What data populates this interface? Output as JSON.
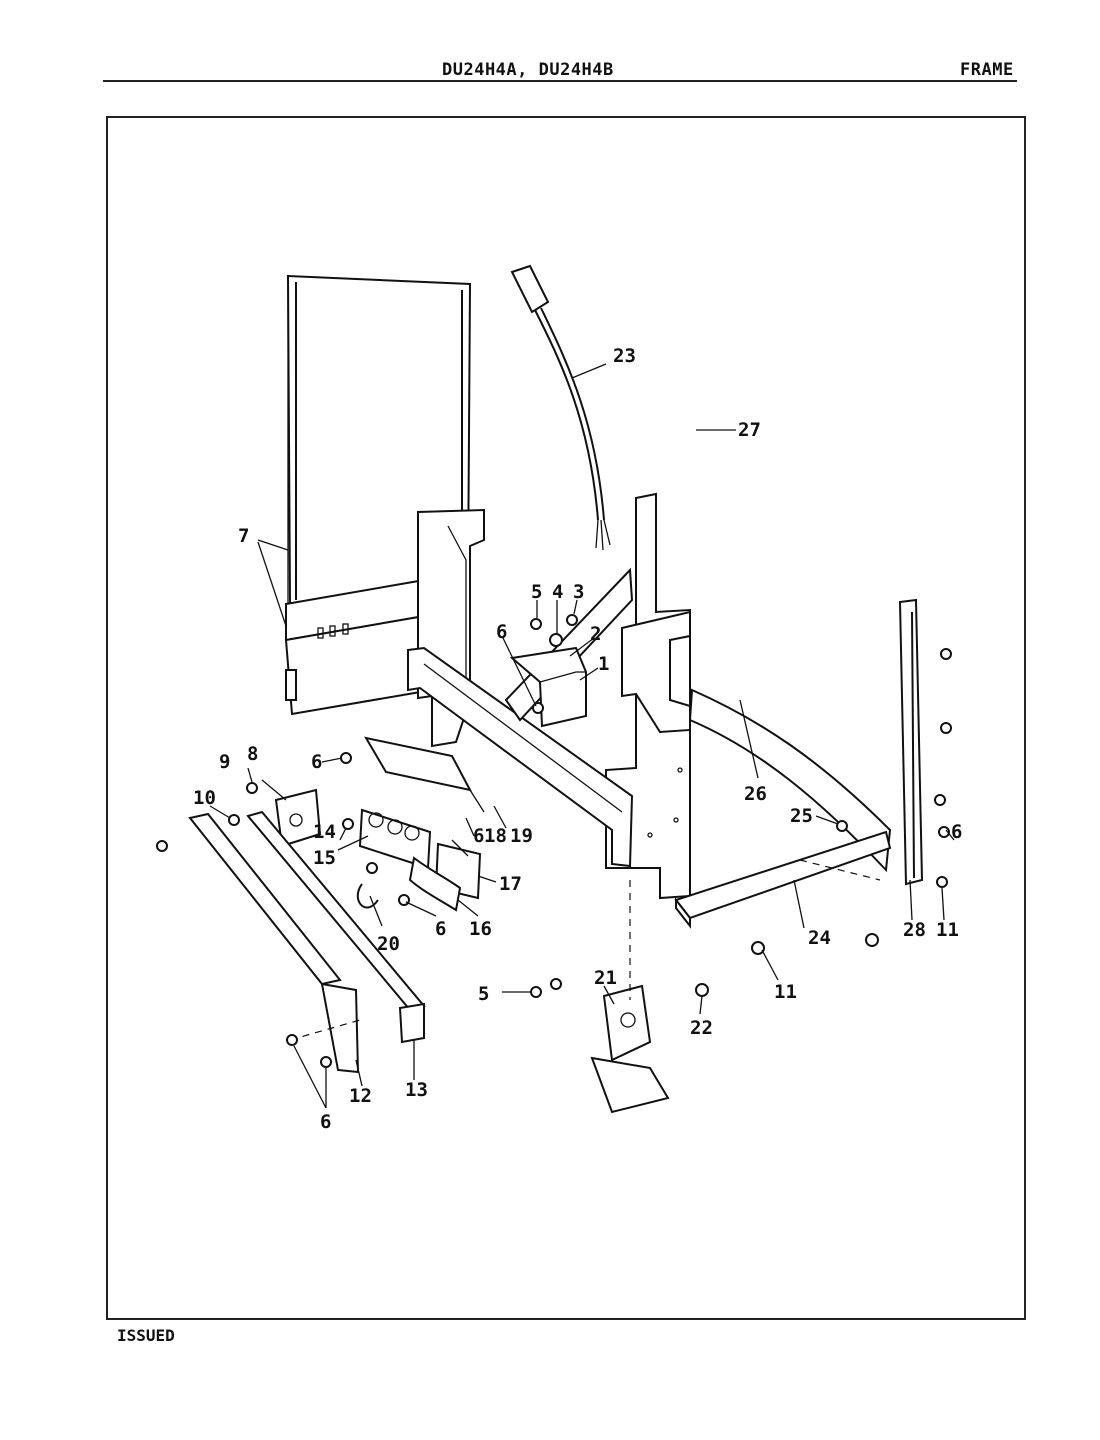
{
  "header": {
    "model": "DU24H4A, DU24H4B",
    "section": "FRAME"
  },
  "footer": {
    "issued": "ISSUED"
  },
  "callouts": [
    {
      "id": "c1",
      "label": "1"
    },
    {
      "id": "c2",
      "label": "2"
    },
    {
      "id": "c3",
      "label": "3"
    },
    {
      "id": "c4",
      "label": "4"
    },
    {
      "id": "c5a",
      "label": "5"
    },
    {
      "id": "c6a",
      "label": "6"
    },
    {
      "id": "c7",
      "label": "7"
    },
    {
      "id": "c8",
      "label": "8"
    },
    {
      "id": "c9",
      "label": "9"
    },
    {
      "id": "c10",
      "label": "10"
    },
    {
      "id": "c6b",
      "label": "6"
    },
    {
      "id": "c14",
      "label": "14"
    },
    {
      "id": "c15",
      "label": "15"
    },
    {
      "id": "c6c",
      "label": "6"
    },
    {
      "id": "c18",
      "label": "18"
    },
    {
      "id": "c19",
      "label": "19"
    },
    {
      "id": "c17",
      "label": "17"
    },
    {
      "id": "c20",
      "label": "20"
    },
    {
      "id": "c6d",
      "label": "6"
    },
    {
      "id": "c16",
      "label": "16"
    },
    {
      "id": "c23",
      "label": "23"
    },
    {
      "id": "c27",
      "label": "27"
    },
    {
      "id": "c26",
      "label": "26"
    },
    {
      "id": "c6e",
      "label": "6"
    },
    {
      "id": "c25",
      "label": "25"
    },
    {
      "id": "c24",
      "label": "24"
    },
    {
      "id": "c28",
      "label": "28"
    },
    {
      "id": "c11a",
      "label": "11"
    },
    {
      "id": "c11b",
      "label": "11"
    },
    {
      "id": "c21",
      "label": "21"
    },
    {
      "id": "c5b",
      "label": "5"
    },
    {
      "id": "c22",
      "label": "22"
    },
    {
      "id": "c12",
      "label": "12"
    },
    {
      "id": "c13",
      "label": "13"
    },
    {
      "id": "c6f",
      "label": "6"
    }
  ]
}
